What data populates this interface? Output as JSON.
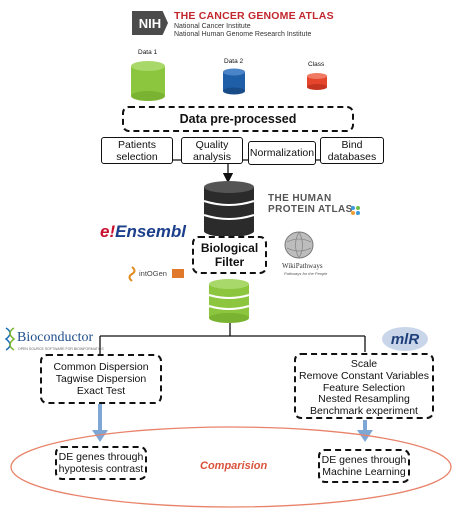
{
  "header": {
    "nih": "NIH",
    "title": "THE CANCER GENOME ATLAS",
    "line1": "National Cancer Institute",
    "line2": "National Human Genome Research Institute"
  },
  "inputs": {
    "data1": "Data 1",
    "data2": "Data 2",
    "class": "Class"
  },
  "preprocess": {
    "title": "Data pre-processed",
    "steps": [
      "Patients\nselection",
      "Quality\nanalysis",
      "Normalization",
      "Bind\ndatabases"
    ]
  },
  "logos": {
    "hpa_line1": "THE HUMAN",
    "hpa_line2": "PROTEIN ATLAS",
    "ensembl_e": "e!",
    "ensembl": "Ensembl",
    "intogen": "intOGen",
    "winpathways": "WikiPathways",
    "winpathways_sub": "Pathways for the People",
    "bioconductor": "Bioconductor",
    "bioconductor_sub": "OPEN SOURCE SOFTWARE FOR BIOINFORMATICS",
    "mlr": "mlR"
  },
  "filter": {
    "title": "Biological\nFilter"
  },
  "left_box": {
    "lines": [
      "Common Dispersion",
      "Tagwise Dispersion",
      "Exact Test"
    ]
  },
  "right_box": {
    "lines": [
      "Scale",
      "Remove Constant Variables",
      "Feature Selection",
      "Nested Resampling",
      "Benchmark experiment"
    ]
  },
  "results": {
    "left": "DE genes through\nhypotesis contrast",
    "right": "DE genes through\nMachine Learning",
    "comparison": "Comparision"
  },
  "colors": {
    "green": "#8cc63f",
    "blue": "#1f5fa8",
    "red": "#e4452c",
    "dark_db": "#2b2b2b",
    "nih_red": "#c2272d",
    "ensembl_blue": "#1b3f8b",
    "ensembl_red": "#c8102e",
    "ellipse": "#e8836a",
    "comparison_text": "#d9533b",
    "arrow_blue": "#7ea7d6"
  }
}
